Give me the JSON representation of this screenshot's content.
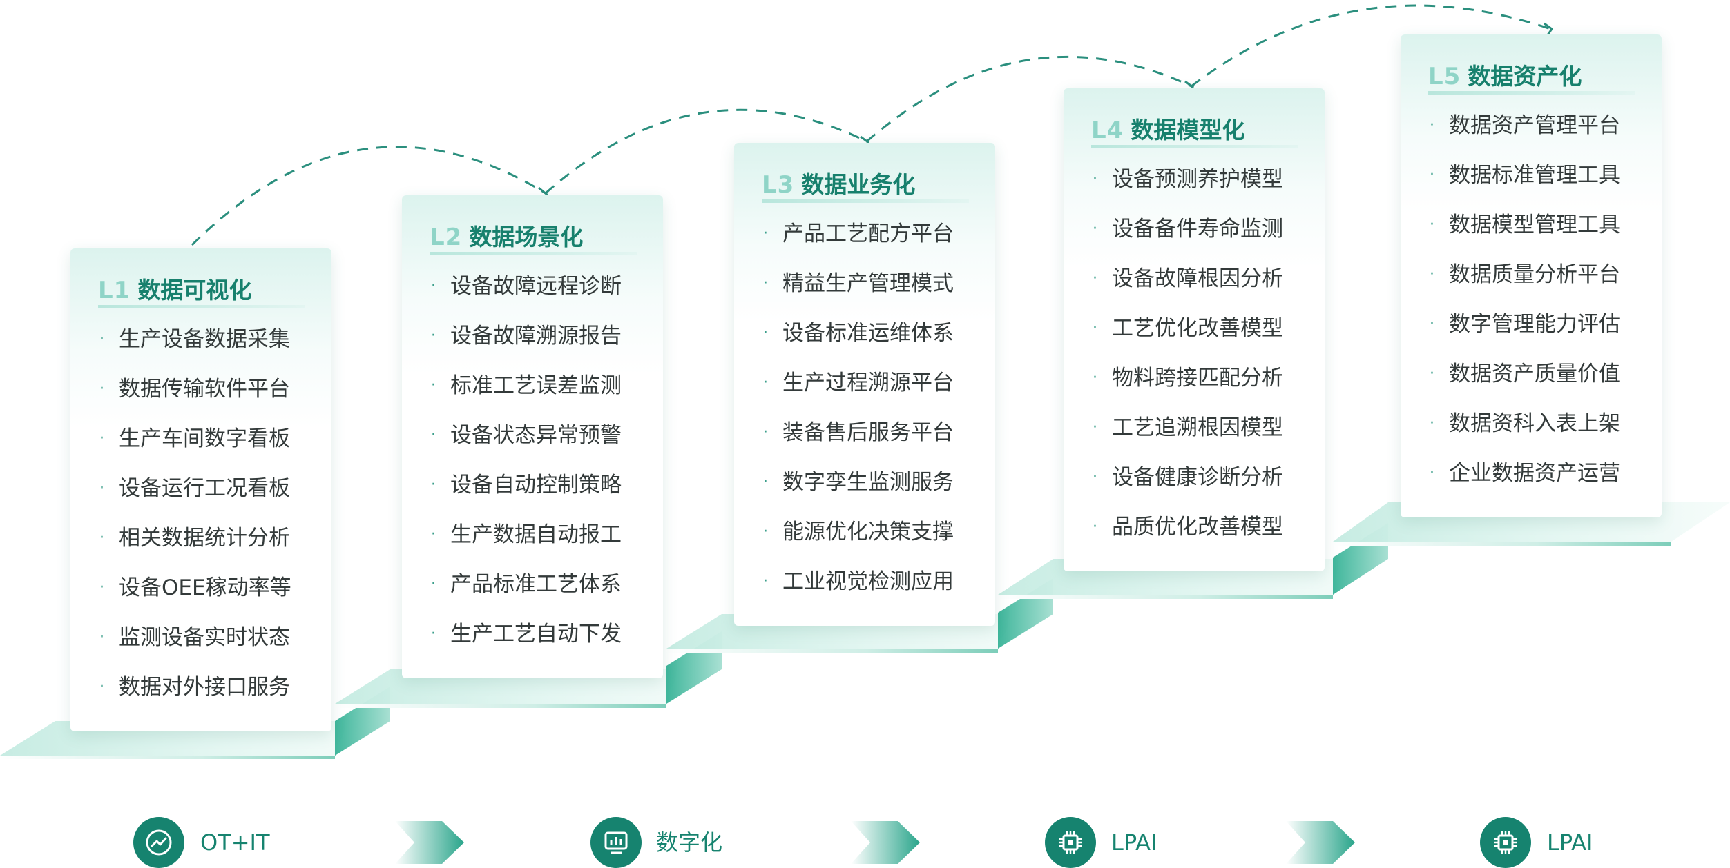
{
  "stages": [
    {
      "level": "L1",
      "name": "数据可视化",
      "items": [
        "生产设备数据采集",
        "数据传输软件平台",
        "生产车间数字看板",
        "设备运行工况看板",
        "相关数据统计分析",
        "设备OEE稼动率等",
        "监测设备实时状态",
        "数据对外接口服务"
      ]
    },
    {
      "level": "L2",
      "name": "数据场景化",
      "items": [
        "设备故障远程诊断",
        "设备故障溯源报告",
        "标准工艺误差监测",
        "设备状态异常预警",
        "设备自动控制策略",
        "生产数据自动报工",
        "产品标准工艺体系",
        "生产工艺自动下发"
      ]
    },
    {
      "level": "L3",
      "name": "数据业务化",
      "items": [
        "产品工艺配方平台",
        "精益生产管理模式",
        "设备标准运维体系",
        "生产过程溯源平台",
        "装备售后服务平台",
        "数字孪生监测服务",
        "能源优化决策支撑",
        "工业视觉检测应用"
      ]
    },
    {
      "level": "L4",
      "name": "数据模型化",
      "items": [
        "设备预测养护模型",
        "设备备件寿命监测",
        "设备故障根因分析",
        "工艺优化改善模型",
        "物料跨接匹配分析",
        "工艺追溯根因模型",
        "设备健康诊断分析",
        "品质优化改善模型"
      ]
    },
    {
      "level": "L5",
      "name": "数据资产化",
      "items": [
        "数据资产管理平台",
        "数据标准管理工具",
        "数据模型管理工具",
        "数据质量分析平台",
        "数字管理能力评估",
        "数据资产质量价值",
        "数据资科入表上架",
        "企业数据资产运营"
      ]
    }
  ],
  "legend": [
    {
      "label": "OT+IT",
      "icon": "trend-chart-icon"
    },
    {
      "label": "数字化",
      "icon": "monitor-chart-icon"
    },
    {
      "label": "LPAI",
      "icon": "chip-icon"
    },
    {
      "label": "LPAI",
      "icon": "chip-icon"
    }
  ],
  "colors": {
    "accent": "#16836f",
    "title": "#17806d",
    "level": "#8fd4c7",
    "step": "#5fc3ad",
    "dash": "#2b8f7e"
  }
}
